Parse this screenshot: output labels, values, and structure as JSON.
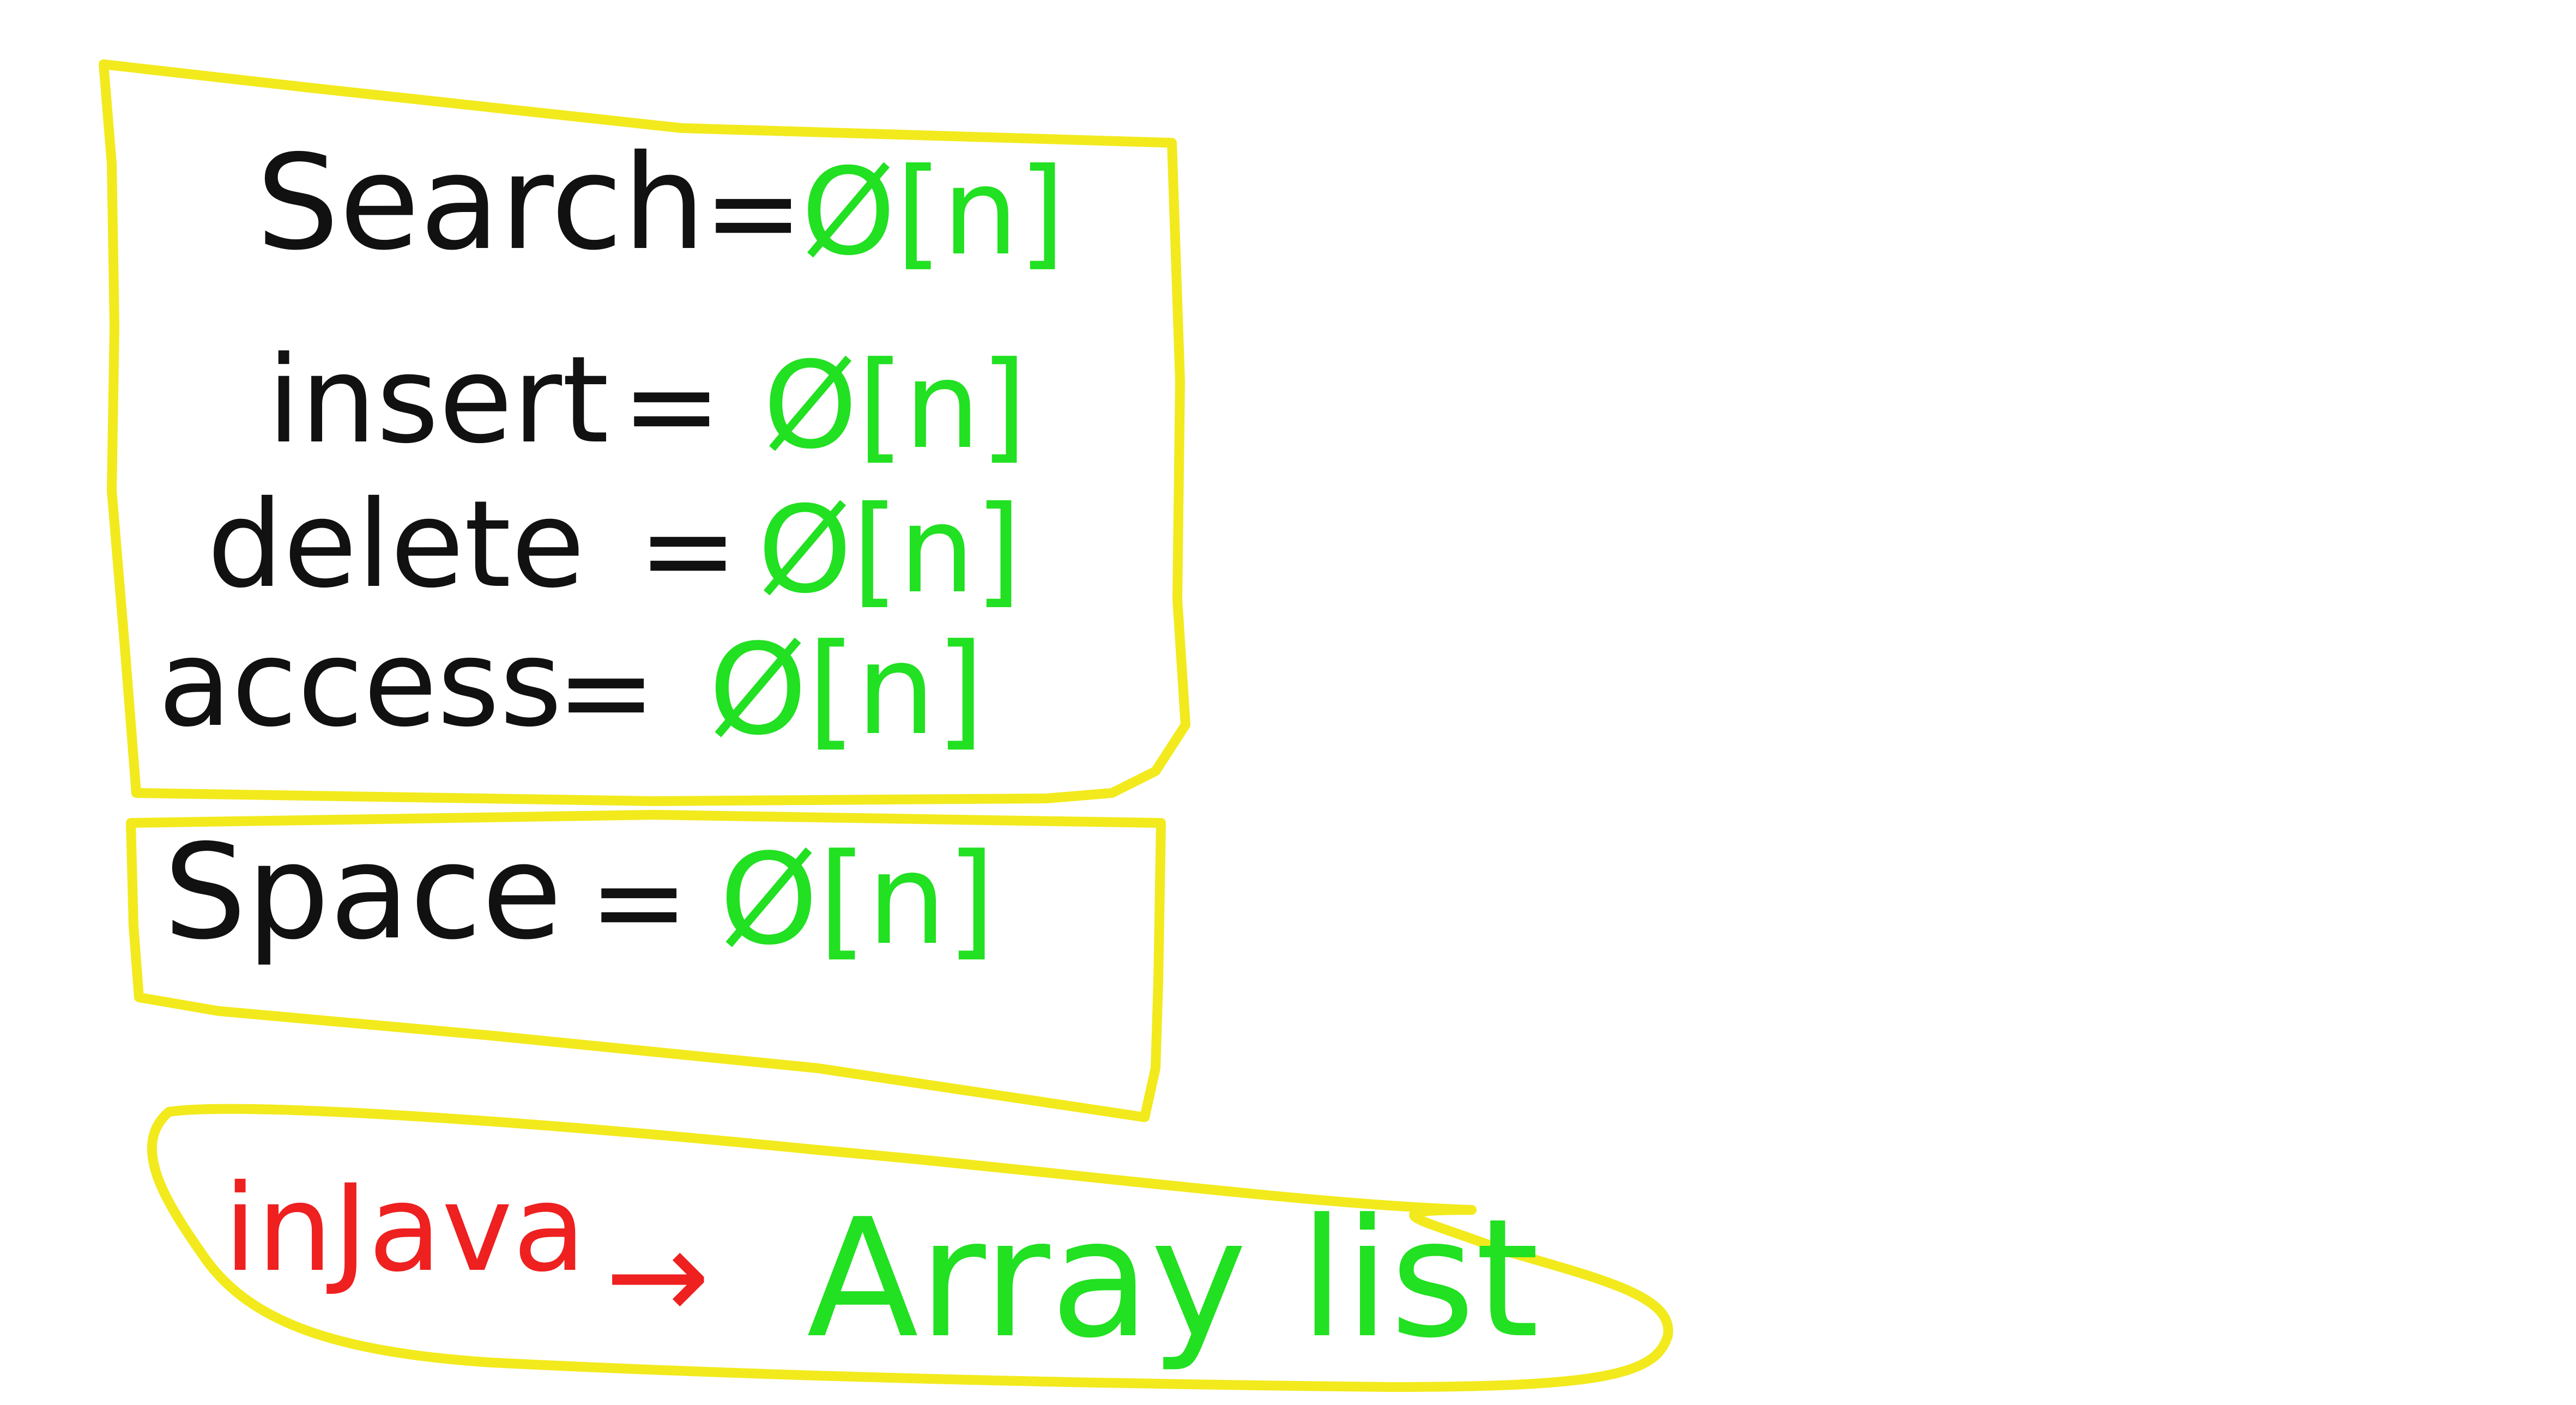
{
  "colors": {
    "background": "#ffffff",
    "outline": "#f2ea1c",
    "black_ink": "#111111",
    "green_ink": "#22e022",
    "red_ink": "#ee2020"
  },
  "operations_box": {
    "rows": [
      {
        "label": "Search",
        "equals": "=",
        "complexity": "Ø[n]"
      },
      {
        "label": "insert",
        "equals": "=",
        "complexity": "Ø[n]"
      },
      {
        "label": "delete",
        "equals": "=",
        "complexity": "Ø[n]"
      },
      {
        "label": "access",
        "equals": "=",
        "complexity": "Ø[n]"
      }
    ]
  },
  "space_box": {
    "label": "Space",
    "equals": "=",
    "complexity": "Ø[n]"
  },
  "java_note": {
    "prefix": "inJava",
    "arrow": "→",
    "result": "Array list"
  }
}
